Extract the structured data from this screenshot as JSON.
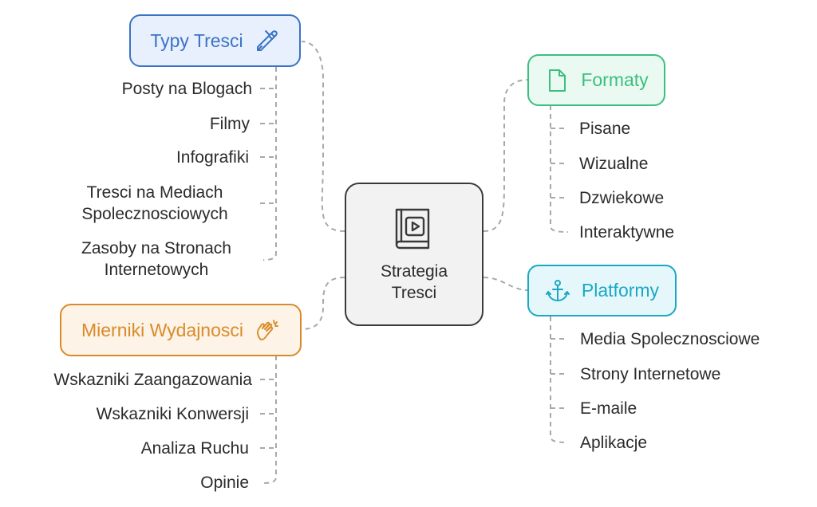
{
  "center": {
    "label": "Strategia\nTresci",
    "icon": "book-video-icon"
  },
  "branches": {
    "typy": {
      "title": "Typy Tresci",
      "icon": "pencil-icon",
      "color": "#3b73c4",
      "fill": "#e8f0fd",
      "items": [
        "Posty na Blogach",
        "Filmy",
        "Infografiki",
        "Tresci na Mediach\nSpolecznosciowych",
        "Zasoby na Stronach\nInternetowych"
      ]
    },
    "formaty": {
      "title": "Formaty",
      "icon": "document-icon",
      "color": "#3cbf7e",
      "fill": "#eafaf2",
      "items": [
        "Pisane",
        "Wizualne",
        "Dzwiekowe",
        "Interaktywne"
      ]
    },
    "platformy": {
      "title": "Platformy",
      "icon": "anchor-icon",
      "color": "#19a9c4",
      "fill": "#e6f7fb",
      "items": [
        "Media Spolecznosciowe",
        "Strony Internetowe",
        "E-maile",
        "Aplikacje"
      ]
    },
    "mierniki": {
      "title": "Mierniki Wydajnosci",
      "icon": "clapping-hands-icon",
      "color": "#d98b2b",
      "fill": "#fdf3e6",
      "items": [
        "Wskazniki Zaangazowania",
        "Wskazniki Konwersji",
        "Analiza Ruchu",
        "Opinie"
      ]
    }
  }
}
